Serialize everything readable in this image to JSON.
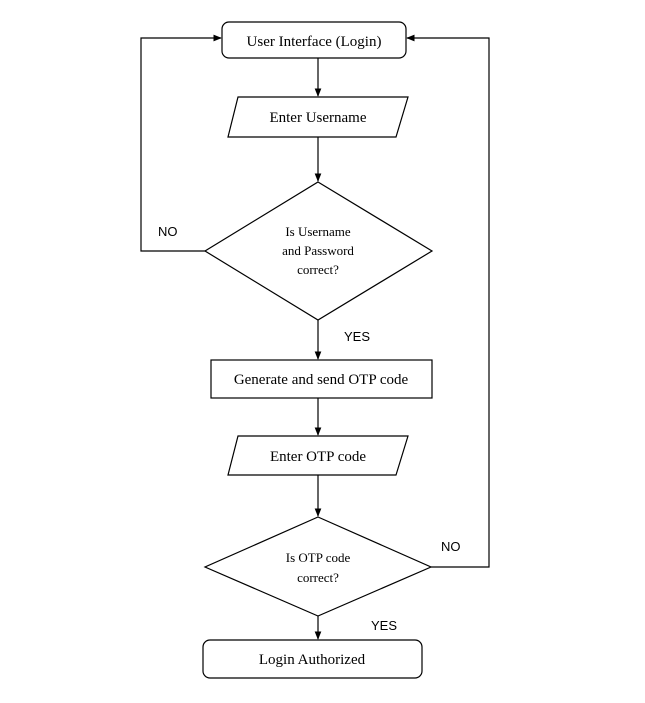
{
  "flowchart": {
    "start": "User Interface (Login)",
    "enter_username": "Enter Username",
    "check_credentials": [
      "Is Username",
      "and Password",
      "correct?"
    ],
    "generate_otp": "Generate and send OTP code",
    "enter_otp": "Enter OTP code",
    "check_otp": [
      "Is OTP code",
      "correct?"
    ],
    "end": "Login Authorized",
    "labels": {
      "no_credentials": "NO",
      "yes_credentials": "YES",
      "no_otp": "NO",
      "yes_otp": "YES"
    }
  }
}
